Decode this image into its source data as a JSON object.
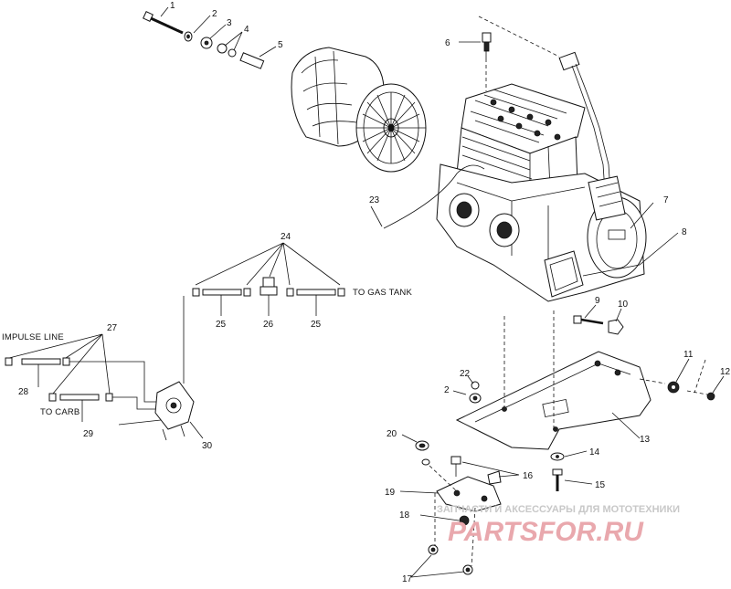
{
  "diagram": {
    "callouts": [
      "1",
      "2",
      "3",
      "4",
      "5",
      "6",
      "7",
      "8",
      "9",
      "10",
      "11",
      "12",
      "13",
      "14",
      "15",
      "16",
      "17",
      "18",
      "19",
      "20",
      "2",
      "22",
      "23",
      "24",
      "25",
      "26",
      "25",
      "27",
      "28",
      "29",
      "30"
    ],
    "captions": {
      "to_gas_tank": "TO GAS TANK",
      "impulse_line": "IMPULSE LINE",
      "to_carb": "TO CARB"
    }
  },
  "watermark": {
    "tagline": "ЗАПЧАСТИ И АКСЕССУАРЫ ДЛЯ МОТОТЕХНИКИ",
    "logo": "PARTSFOR.RU",
    "logo_color": "#e9a8ad"
  }
}
